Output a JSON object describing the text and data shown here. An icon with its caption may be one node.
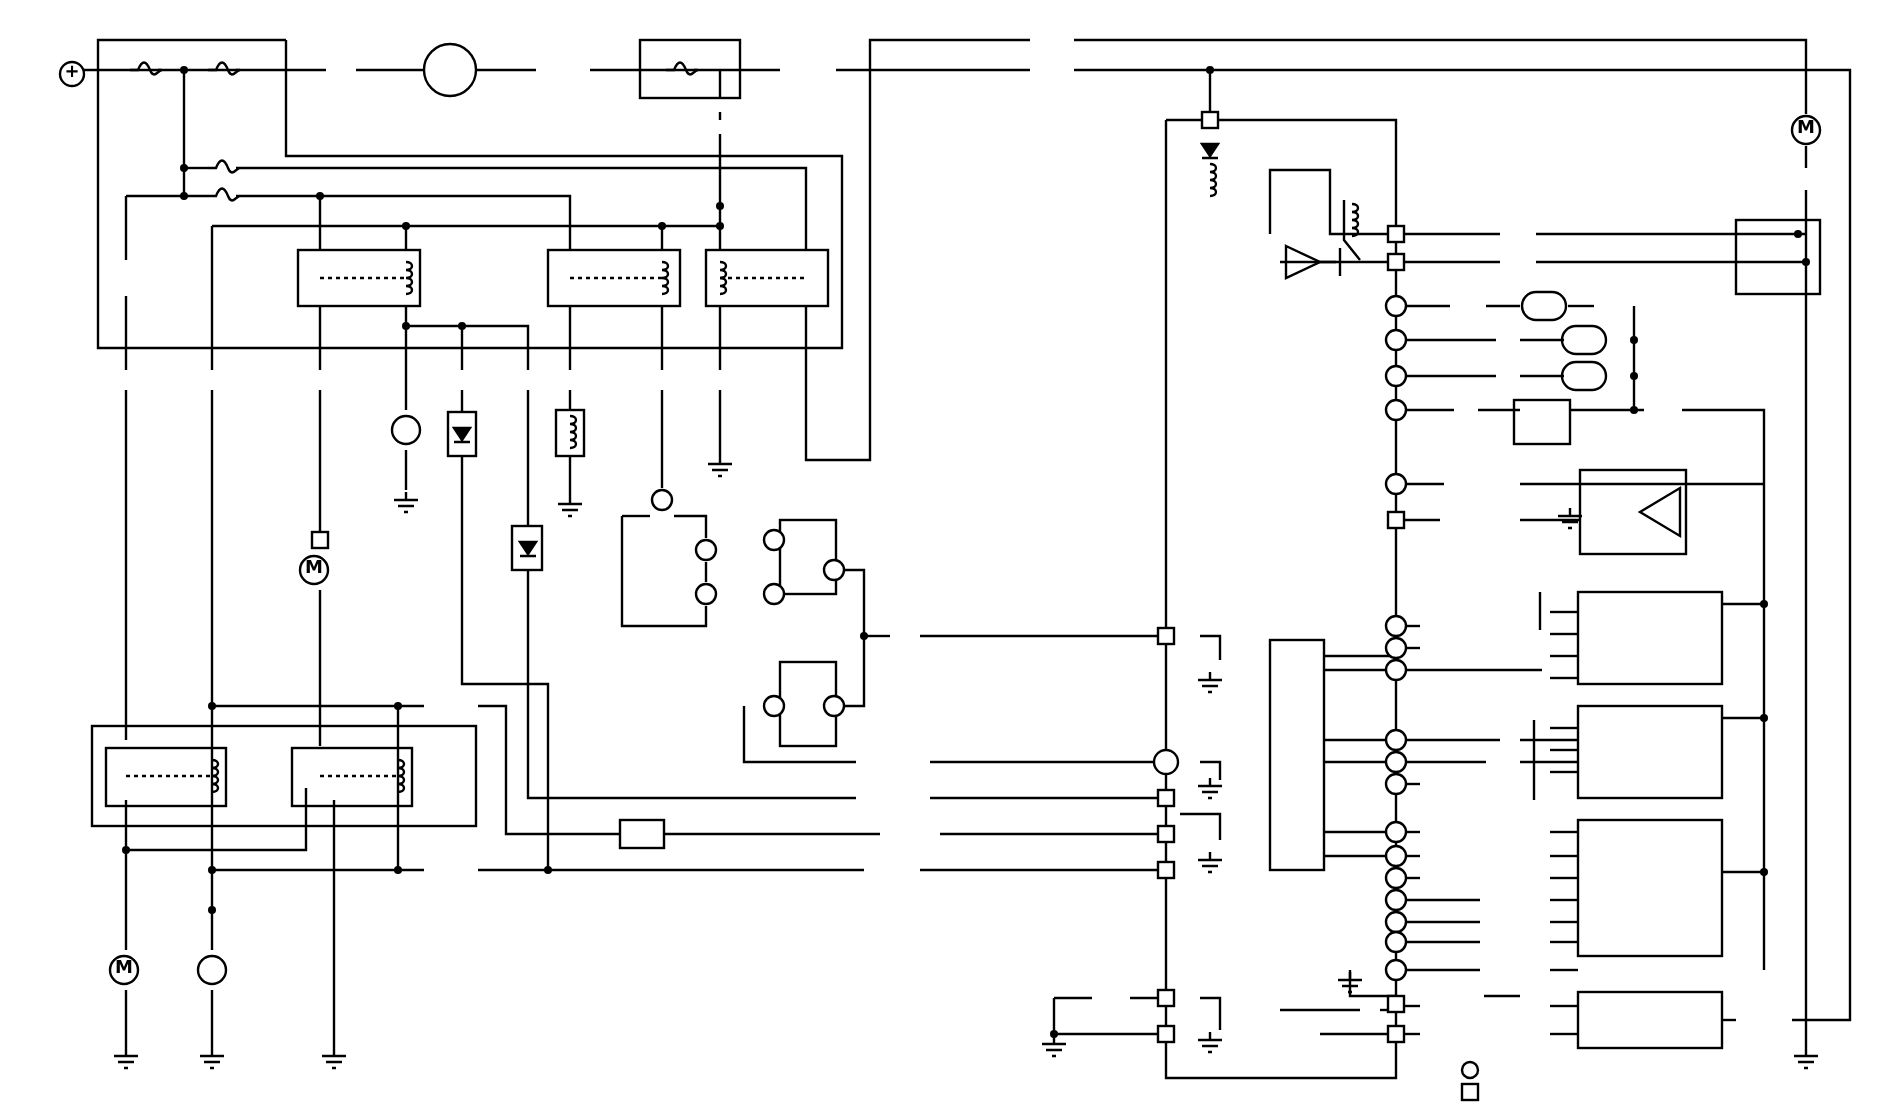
{
  "diagram": {
    "labels": [
      "+",
      "M",
      "M",
      "M"
    ]
  }
}
